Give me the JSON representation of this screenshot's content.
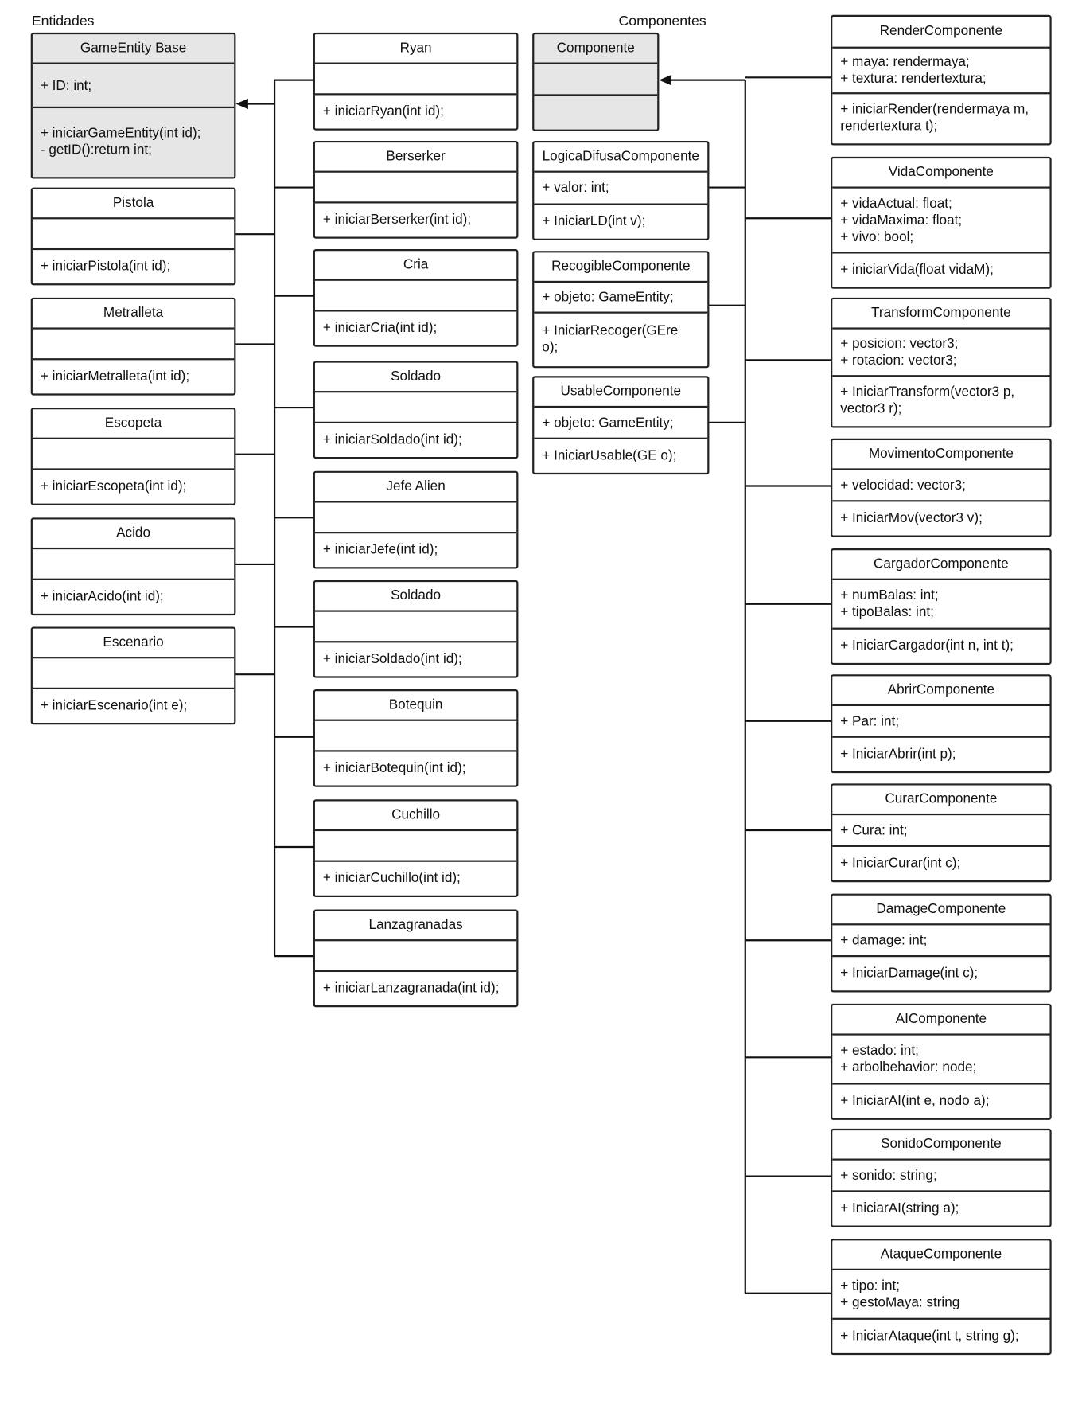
{
  "labels": {
    "left": "Entidades",
    "right": "Componentes"
  },
  "entities": [
    {
      "name": "GameEntity Base",
      "attrs": [
        "+ ID: int;"
      ],
      "methods": [
        "+ iniciarGameEntity(int id);",
        "- getID():return int;"
      ],
      "shaded": true
    },
    {
      "name": "Pistola",
      "attrs": [],
      "methods": [
        "+ iniciarPistola(int id);"
      ]
    },
    {
      "name": "Metralleta",
      "attrs": [],
      "methods": [
        "+ iniciarMetralleta(int id);"
      ]
    },
    {
      "name": "Escopeta",
      "attrs": [],
      "methods": [
        "+ iniciarEscopeta(int id);"
      ]
    },
    {
      "name": "Acido",
      "attrs": [],
      "methods": [
        "+ iniciarAcido(int id);"
      ]
    },
    {
      "name": "Escenario",
      "attrs": [],
      "methods": [
        "+ iniciarEscenario(int e);"
      ]
    },
    {
      "name": "Ryan",
      "attrs": [],
      "methods": [
        "+ iniciarRyan(int id);"
      ]
    },
    {
      "name": "Berserker",
      "attrs": [],
      "methods": [
        "+ iniciarBerserker(int id);"
      ]
    },
    {
      "name": "Cria",
      "attrs": [],
      "methods": [
        "+ iniciarCria(int id);"
      ]
    },
    {
      "name": "Soldado",
      "attrs": [],
      "methods": [
        "+ iniciarSoldado(int id);"
      ]
    },
    {
      "name": "Jefe Alien",
      "attrs": [],
      "methods": [
        "+ iniciarJefe(int id);"
      ]
    },
    {
      "name": "Soldado",
      "attrs": [],
      "methods": [
        "+ iniciarSoldado(int id);"
      ]
    },
    {
      "name": "Botequin",
      "attrs": [],
      "methods": [
        "+ iniciarBotequin(int id);"
      ]
    },
    {
      "name": "Cuchillo",
      "attrs": [],
      "methods": [
        "+ iniciarCuchillo(int id);"
      ]
    },
    {
      "name": "Lanzagranadas",
      "attrs": [],
      "methods": [
        "+ iniciarLanzagranada(int id);"
      ]
    }
  ],
  "components": [
    {
      "name": "Componente",
      "attrs": [],
      "methods": [],
      "shaded": true
    },
    {
      "name": "LogicaDifusaComponente",
      "attrs": [
        "+ valor: int;"
      ],
      "methods": [
        "+ IniciarLD(int v);"
      ]
    },
    {
      "name": "RecogibleComponente",
      "attrs": [
        "+ objeto: GameEntity;"
      ],
      "methods": [
        "+ IniciarRecoger(GEre",
        "o);"
      ]
    },
    {
      "name": "UsableComponente",
      "attrs": [
        "+ objeto: GameEntity;"
      ],
      "methods": [
        "+ IniciarUsable(GE o);"
      ]
    },
    {
      "name": "RenderComponente",
      "attrs": [
        "+ maya: rendermaya;",
        "+ textura: rendertextura;"
      ],
      "methods": [
        "+ iniciarRender(rendermaya m,",
        "rendertextura t);"
      ]
    },
    {
      "name": "VidaComponente",
      "attrs": [
        "+ vidaActual: float;",
        "+ vidaMaxima: float;",
        "+ vivo: bool;"
      ],
      "methods": [
        "+ iniciarVida(float vidaM);"
      ]
    },
    {
      "name": "TransformComponente",
      "attrs": [
        "+ posicion: vector3;",
        "+ rotacion: vector3;"
      ],
      "methods": [
        "+ IniciarTransform(vector3 p,",
        "vector3 r);"
      ]
    },
    {
      "name": "MovimentoComponente",
      "attrs": [
        "+ velocidad: vector3;"
      ],
      "methods": [
        "+ IniciarMov(vector3 v);"
      ]
    },
    {
      "name": "CargadorComponente",
      "attrs": [
        "+ numBalas: int;",
        "+ tipoBalas: int;"
      ],
      "methods": [
        "+ IniciarCargador(int n, int t);"
      ]
    },
    {
      "name": "AbrirComponente",
      "attrs": [
        "+ Par: int;"
      ],
      "methods": [
        "+ IniciarAbrir(int p);"
      ]
    },
    {
      "name": "CurarComponente",
      "attrs": [
        "+ Cura: int;"
      ],
      "methods": [
        "+ IniciarCurar(int c);"
      ]
    },
    {
      "name": "DamageComponente",
      "attrs": [
        "+ damage: int;"
      ],
      "methods": [
        "+ IniciarDamage(int c);"
      ]
    },
    {
      "name": "AIComponente",
      "attrs": [
        "+ estado: int;",
        "+ arbolbehavior: node;"
      ],
      "methods": [
        "+ IniciarAI(int e, nodo a);"
      ]
    },
    {
      "name": "SonidoComponente",
      "attrs": [
        "+ sonido: string;"
      ],
      "methods": [
        "+ IniciarAI(string a);"
      ]
    },
    {
      "name": "AtaqueComponente",
      "attrs": [
        "+ tipo: int;",
        "+ gestoMaya: string"
      ],
      "methods": [
        "+ IniciarAtaque(int t, string g);"
      ]
    }
  ]
}
